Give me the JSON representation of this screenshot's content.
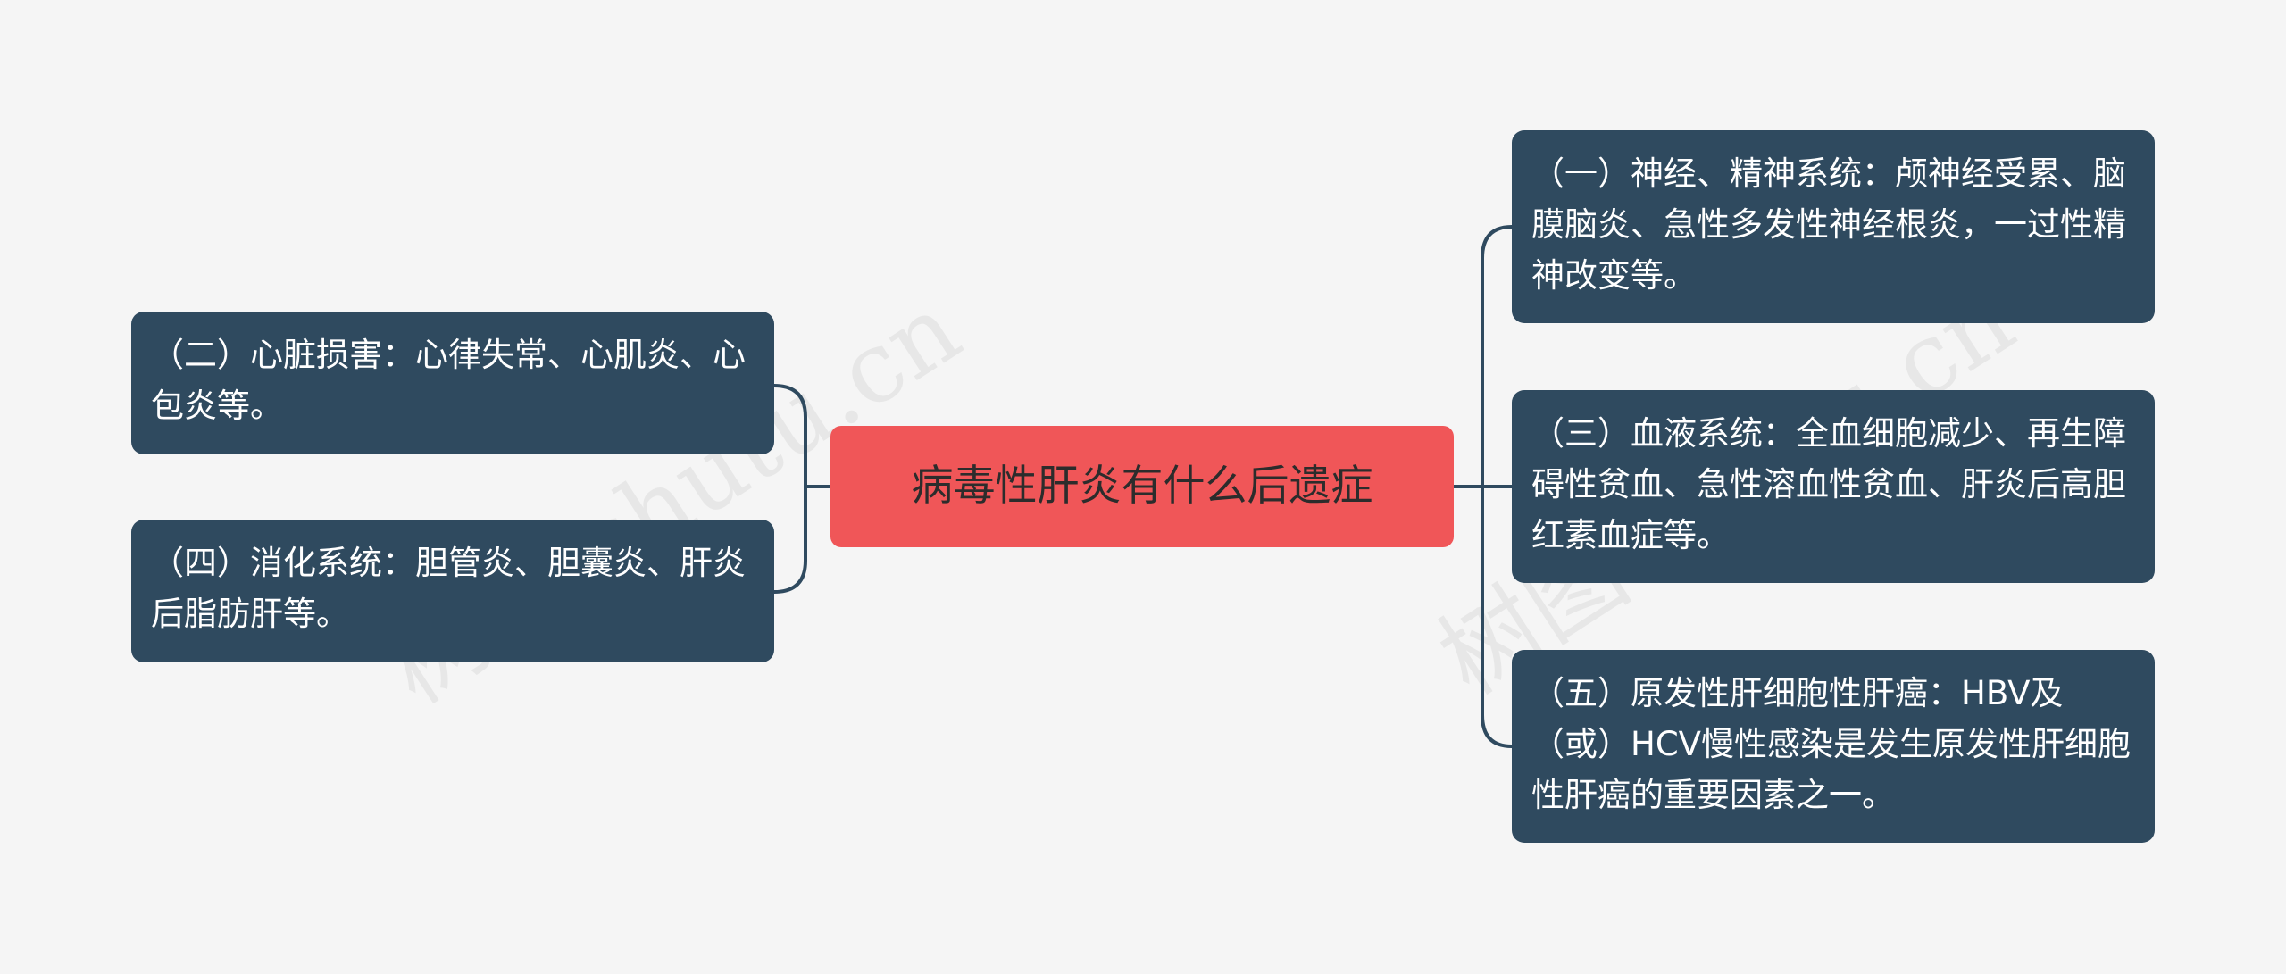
{
  "root": {
    "label": "病毒性肝炎有什么后遗症"
  },
  "left_nodes": [
    {
      "text": "（二）心脏损害：心律失常、心肌炎、心包炎等。"
    },
    {
      "text": "（四）消化系统：胆管炎、胆囊炎、肝炎后脂肪肝等。"
    }
  ],
  "right_nodes": [
    {
      "text": "（一）神经、精神系统：颅神经受累、脑膜脑炎、急性多发性神经根炎，一过性精神改变等。"
    },
    {
      "text": "（三）血液系统：全血细胞减少、再生障碍性贫血、急性溶血性贫血、肝炎后高胆红素血症等。"
    },
    {
      "text": "（五）原发性肝细胞性肝癌：HBV及（或）HCV慢性感染是发生原发性肝细胞性肝癌的重要因素之一。"
    }
  ],
  "watermarks": [
    {
      "text": "树图 shutu.cn"
    },
    {
      "text": "树图 shutu.cn"
    }
  ],
  "colors": {
    "background": "#f5f5f5",
    "root_fill": "#f05658",
    "node_fill": "#2f4a5f",
    "connector": "#2f4a5f"
  }
}
